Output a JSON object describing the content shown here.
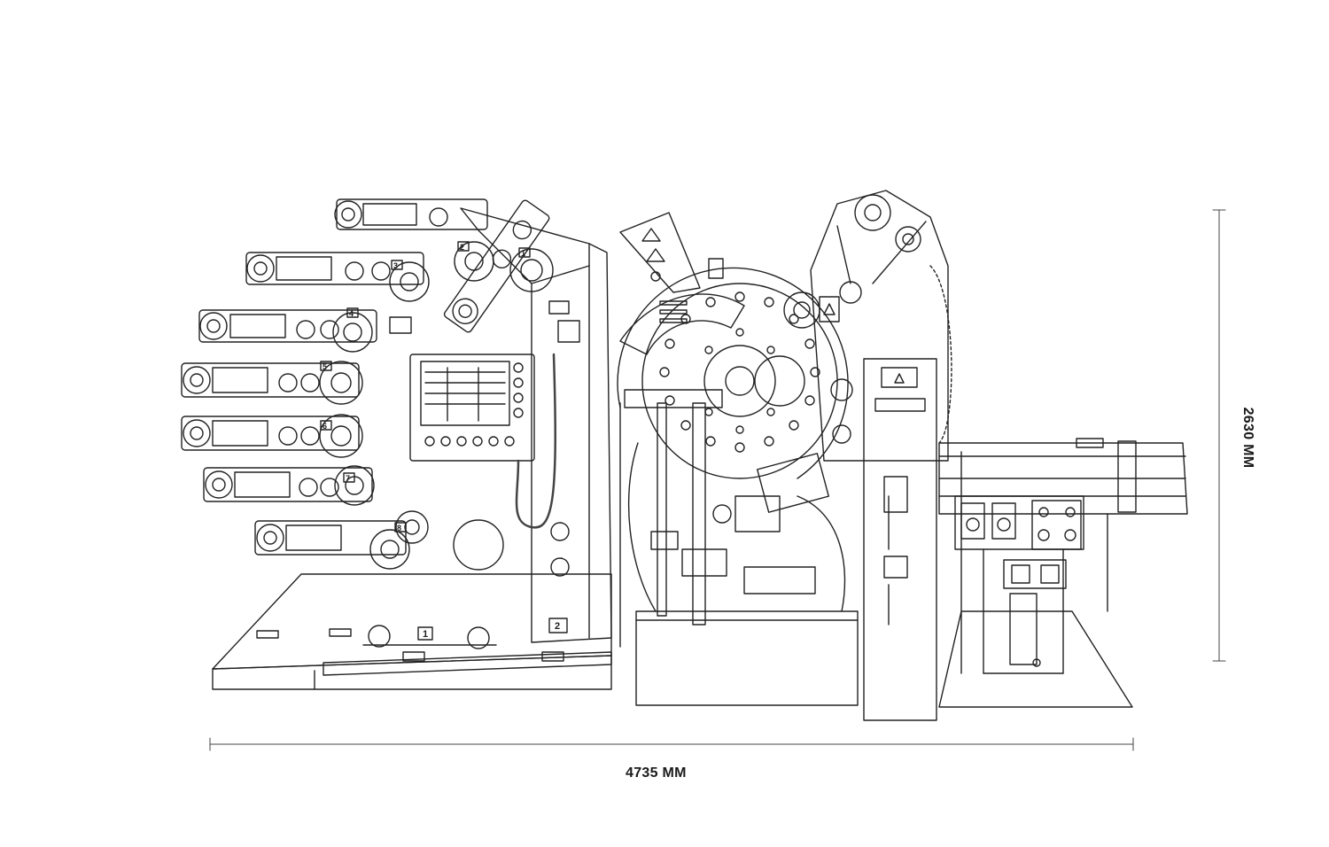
{
  "dimensions": {
    "width_label": "4735 MM",
    "height_label": "2630 MM"
  },
  "unit_numbers": [
    "1",
    "2",
    "3",
    "4",
    "5",
    "6",
    "7",
    "8"
  ],
  "floor_markers": [
    "1",
    "2"
  ],
  "colors": {
    "line": "#222222",
    "line_light": "#555555",
    "background": "#ffffff"
  }
}
